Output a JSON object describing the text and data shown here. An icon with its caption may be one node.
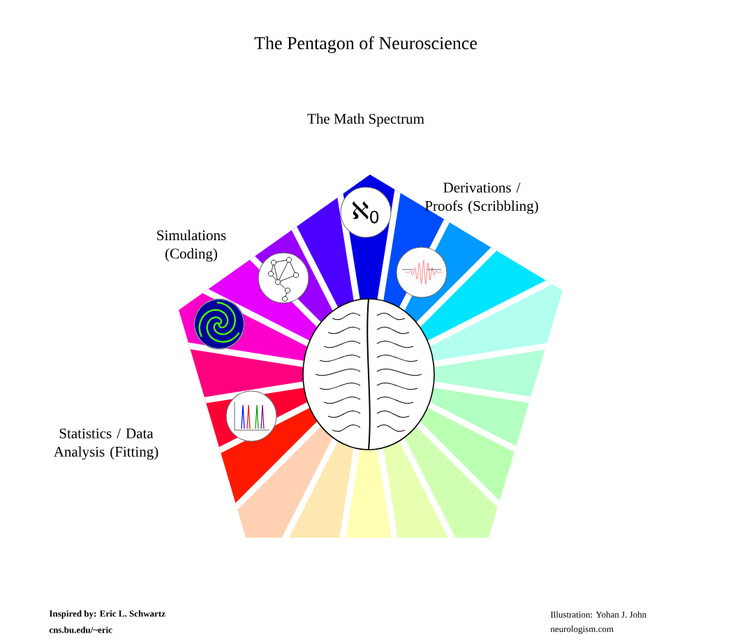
{
  "diagram": {
    "title": "The Pentagon of Neuroscience",
    "labels": [
      "The Math Spectrum",
      "Derivations / Proofs (Scribbling)",
      "Simulations (Coding)",
      "ℵ$_{0}$",
      "Statistics / Data Analysis (Fitting)",
      "Inspired by: Eric L. Schwartz",
      "cns.bu.edu/~eric",
      "Illustration: Yohan J. John",
      "neurologism.com"
    ]
  }
}
